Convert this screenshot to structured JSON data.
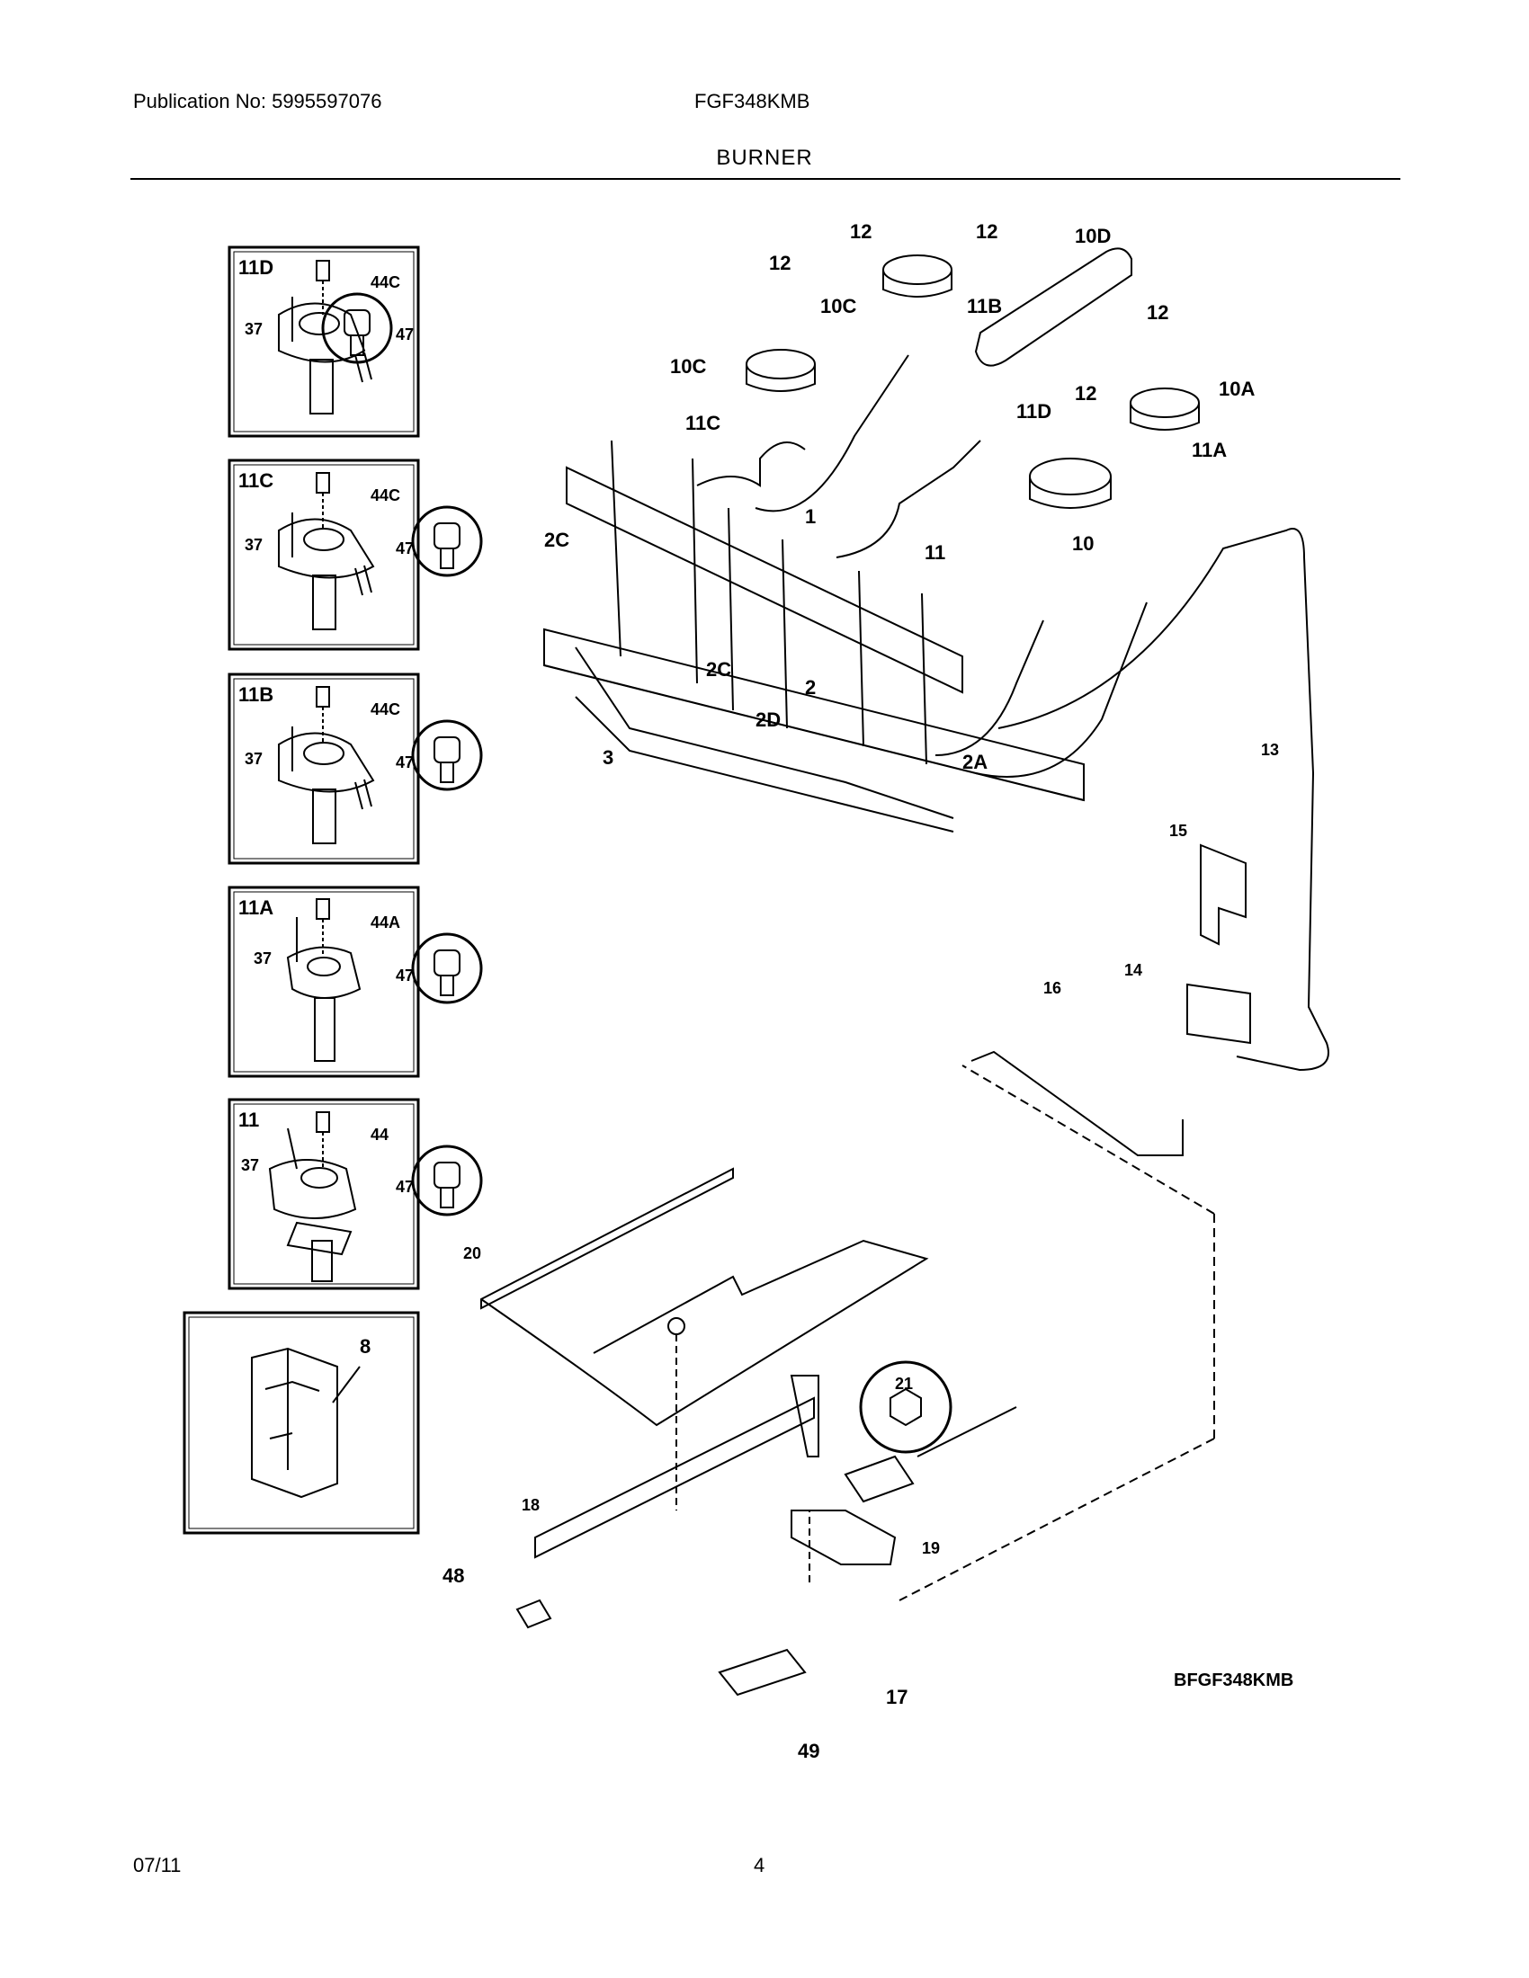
{
  "header": {
    "publication": "Publication No: 5995597076",
    "model": "FGF348KMB",
    "title": "BURNER"
  },
  "footer": {
    "date": "07/11",
    "page": "4"
  },
  "diagram": {
    "code": "BFGF348KMB",
    "insets": [
      {
        "id": "11D",
        "screw": "37",
        "cap": "44C",
        "orifice": "47"
      },
      {
        "id": "11C",
        "screw": "37",
        "cap": "44C",
        "orifice": "47"
      },
      {
        "id": "11B",
        "screw": "37",
        "cap": "44C",
        "orifice": "47"
      },
      {
        "id": "11A",
        "screw": "37",
        "cap": "44A",
        "orifice": "47"
      },
      {
        "id": "11",
        "screw": "37",
        "cap": "44",
        "orifice": "47"
      }
    ],
    "callouts": {
      "c12a": "12",
      "c12b": "12",
      "c12c": "12",
      "c12d": "12",
      "c12e": "12",
      "c10d": "10D",
      "c10c_top": "10C",
      "c11b": "11B",
      "c10c": "10C",
      "c11c": "11C",
      "c11d": "11D",
      "c10a": "10A",
      "c11a": "11A",
      "c10": "10",
      "c11": "11",
      "c1": "1",
      "c2c_left": "2C",
      "c2c": "2C",
      "c2": "2",
      "c2d": "2D",
      "c2a": "2A",
      "c3": "3",
      "c13": "13",
      "c15": "15",
      "c14": "14",
      "c16": "16",
      "c20": "20",
      "c21": "21",
      "c18": "18",
      "c19": "19",
      "c48": "48",
      "c17": "17",
      "c49": "49",
      "c8": "8"
    }
  }
}
